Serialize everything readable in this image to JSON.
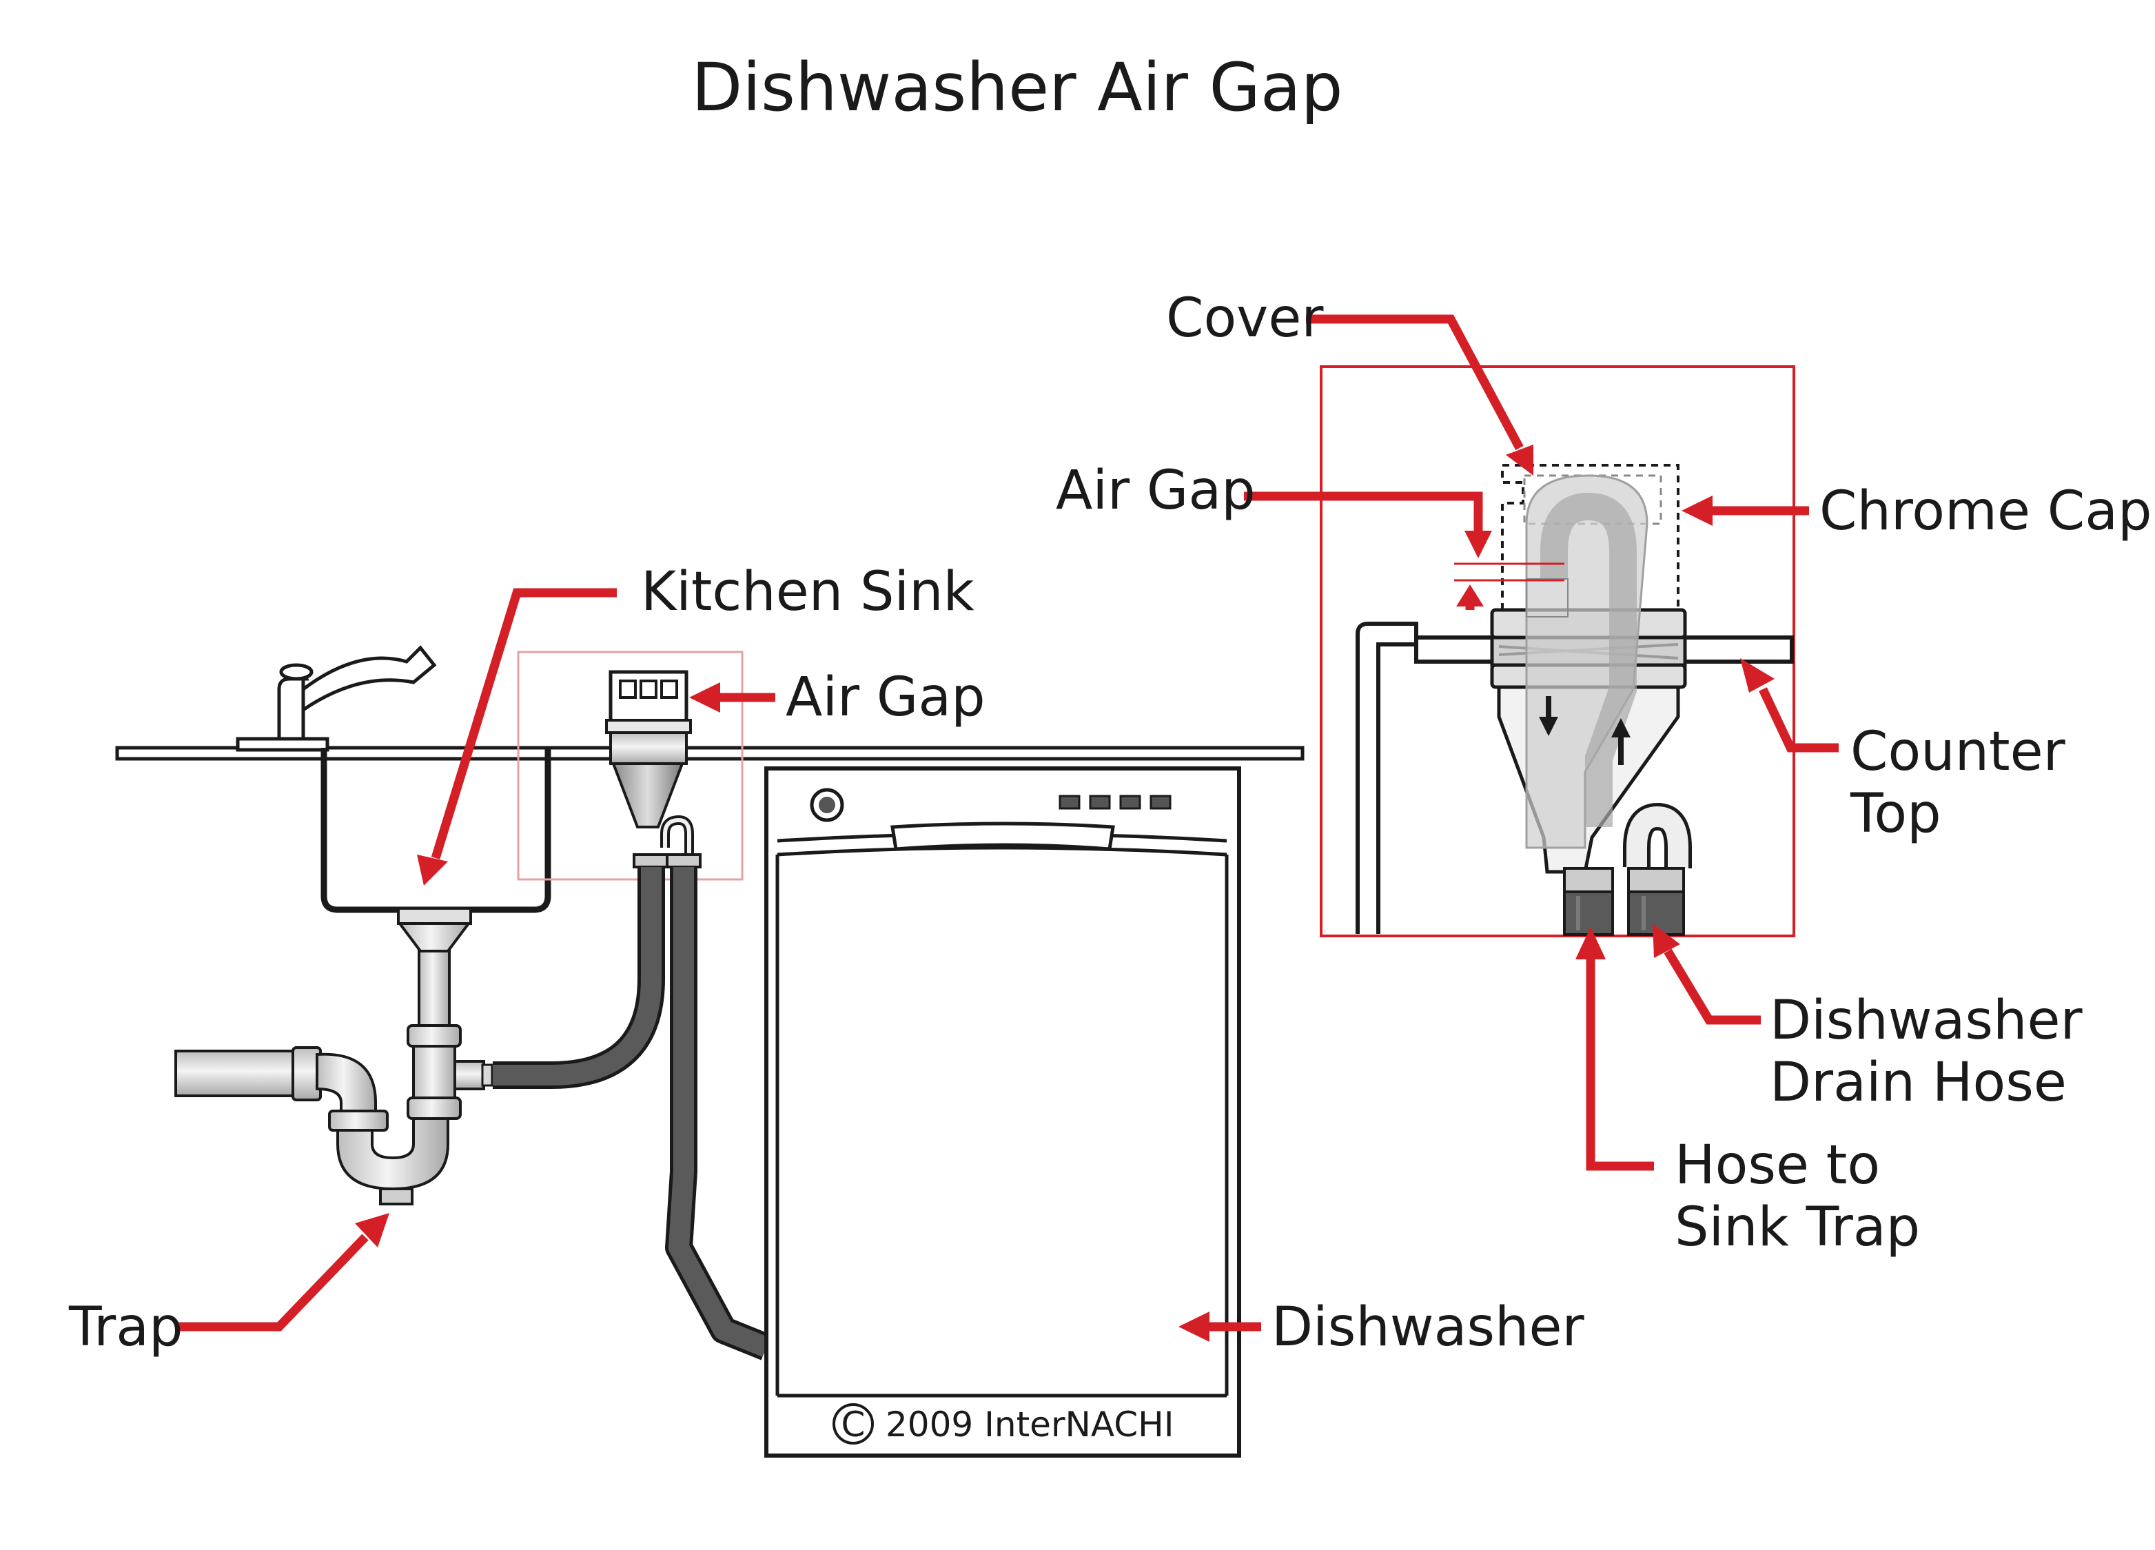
{
  "title": "Dishwasher Air Gap",
  "labels": {
    "kitchen_sink": "Kitchen Sink",
    "air_gap_main": "Air Gap",
    "trap": "Trap",
    "dishwasher": "Dishwasher",
    "cover": "Cover",
    "air_gap_detail": "Air Gap",
    "chrome_cap": "Chrome Cap",
    "counter_top_1": "Counter",
    "counter_top_2": "Top",
    "drain_hose_1": "Dishwasher",
    "drain_hose_2": "Drain Hose",
    "sink_trap_1": "Hose to",
    "sink_trap_2": "Sink Trap"
  },
  "copyright": "2009  InterNACHI",
  "copyright_symbol": "C",
  "colors": {
    "callout_red": "#d41f26",
    "outline": "#1a1a1a",
    "hose_gray": "#555555",
    "pipe_light": "#e6e6e6"
  }
}
